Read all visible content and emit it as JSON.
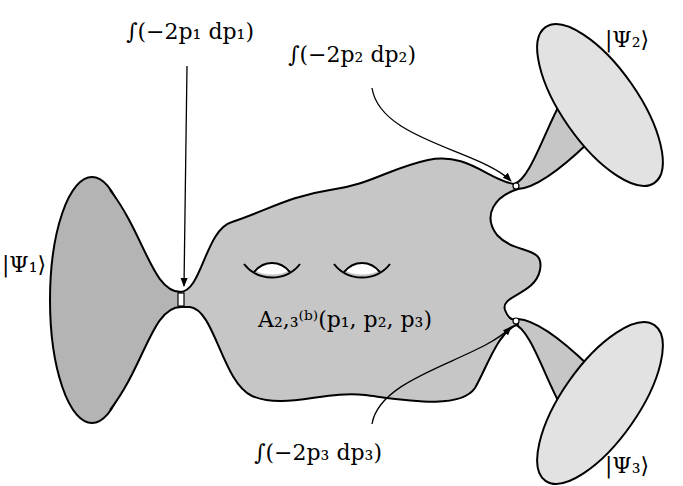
{
  "diagram": {
    "nodes": [
      {
        "text": [
          "|Ψ₁⟩"
        ]
      },
      {
        "text": [
          "A₂,₃⁽ᵇ⁾(p₁, p₂, p₃)"
        ]
      },
      {
        "text": [
          "|Ψ₂⟩"
        ]
      },
      {
        "text": [
          "|Ψ₃⟩"
        ]
      }
    ],
    "labels": [
      "∫(−2p₁ dp₁)",
      "∫(−2p₂ dp₂)",
      "∫(−2p₃ dp₃)"
    ]
  }
}
